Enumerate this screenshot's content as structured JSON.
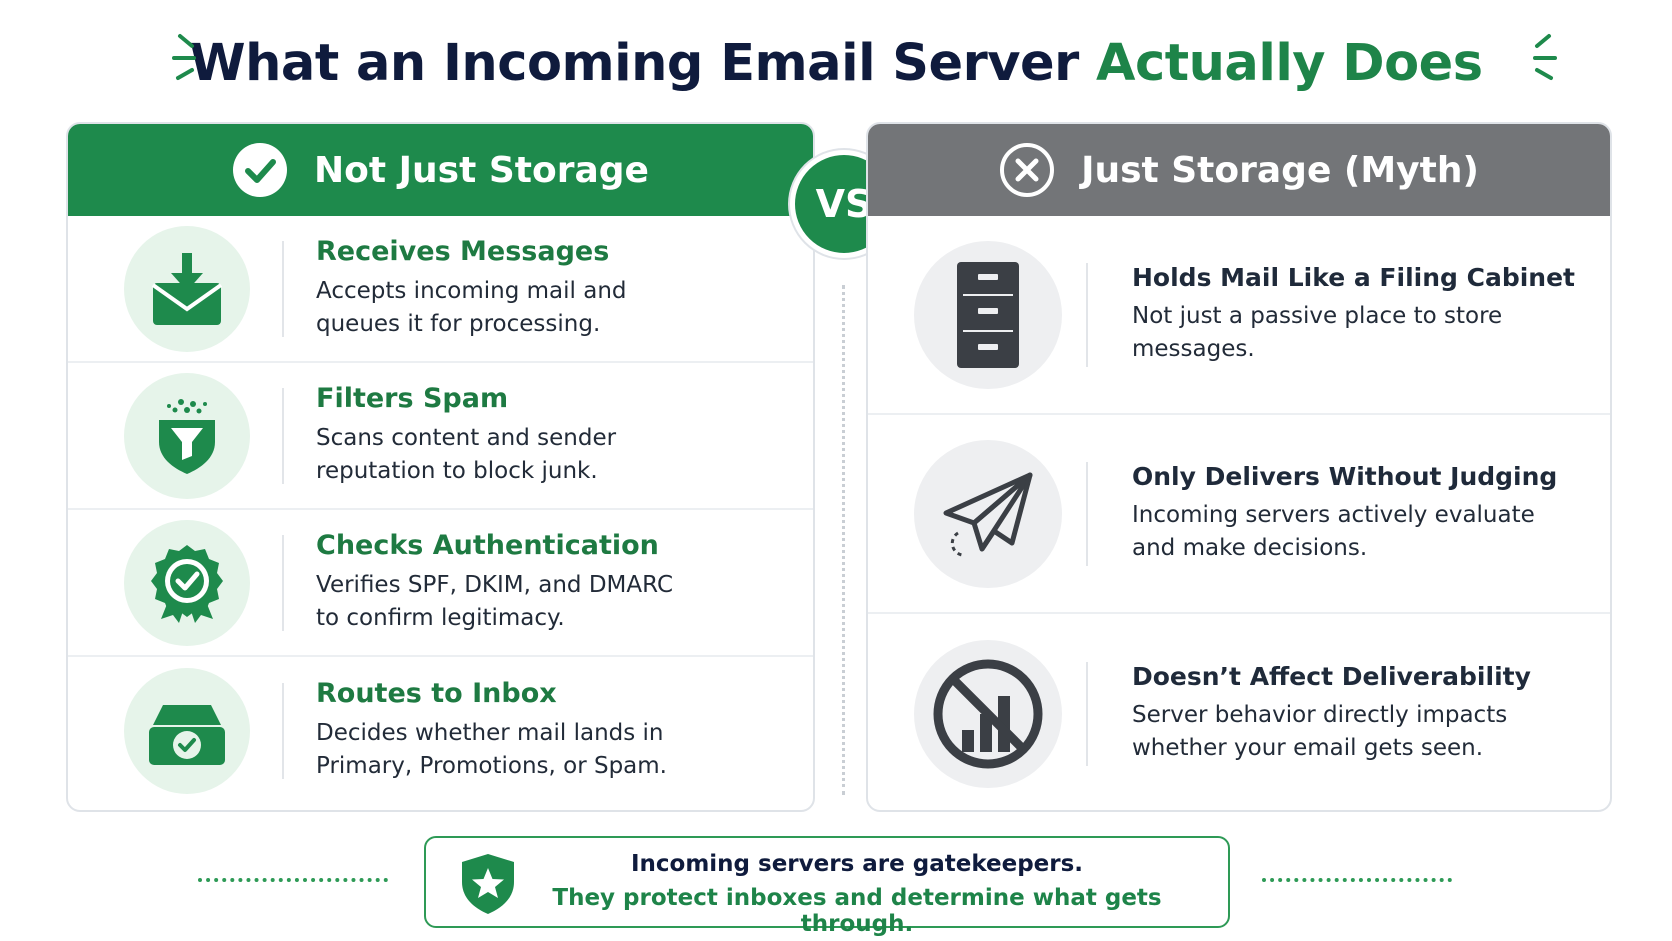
{
  "title": {
    "main": "What an Incoming Email Server",
    "accent": "Actually Does"
  },
  "colors": {
    "green": "#1e8a4c",
    "gray": "#737578",
    "navy": "#0f1b3d"
  },
  "left_panel": {
    "heading": "Not Just Storage",
    "head_icon": "check-circle-icon",
    "items": [
      {
        "icon": "envelope-download-icon",
        "heading": "Receives Messages",
        "desc_1": "Accepts incoming mail and",
        "desc_2": "queues it for processing."
      },
      {
        "icon": "shield-filter-icon",
        "heading": "Filters Spam",
        "desc_1": "Scans content and sender",
        "desc_2": "reputation to block junk."
      },
      {
        "icon": "badge-check-icon",
        "heading": "Checks Authentication",
        "desc_1": "Verifies SPF, DKIM, and DMARC",
        "desc_2": "to confirm legitimacy."
      },
      {
        "icon": "inbox-tray-icon",
        "heading": "Routes to Inbox",
        "desc_1": "Decides whether mail lands in",
        "desc_2": "Primary, Promotions, or Spam."
      }
    ]
  },
  "vs_label": "VS",
  "right_panel": {
    "heading": "Just Storage (Myth)",
    "head_icon": "x-circle-icon",
    "items": [
      {
        "icon": "filing-cabinet-icon",
        "heading": "Holds Mail Like a Filing Cabinet",
        "desc_1": "Not just a passive place to store",
        "desc_2": "messages."
      },
      {
        "icon": "paper-plane-icon",
        "heading": "Only Delivers Without Judging",
        "desc_1": "Incoming servers actively evaluate",
        "desc_2": "and make decisions."
      },
      {
        "icon": "no-chart-icon",
        "heading": "Doesn’t Affect Deliverability",
        "desc_1": "Server behavior directly impacts",
        "desc_2": "whether your email gets seen."
      }
    ]
  },
  "callout": {
    "icon": "shield-star-icon",
    "line1": "Incoming servers are gatekeepers.",
    "line2": "They protect inboxes and determine what gets through."
  }
}
